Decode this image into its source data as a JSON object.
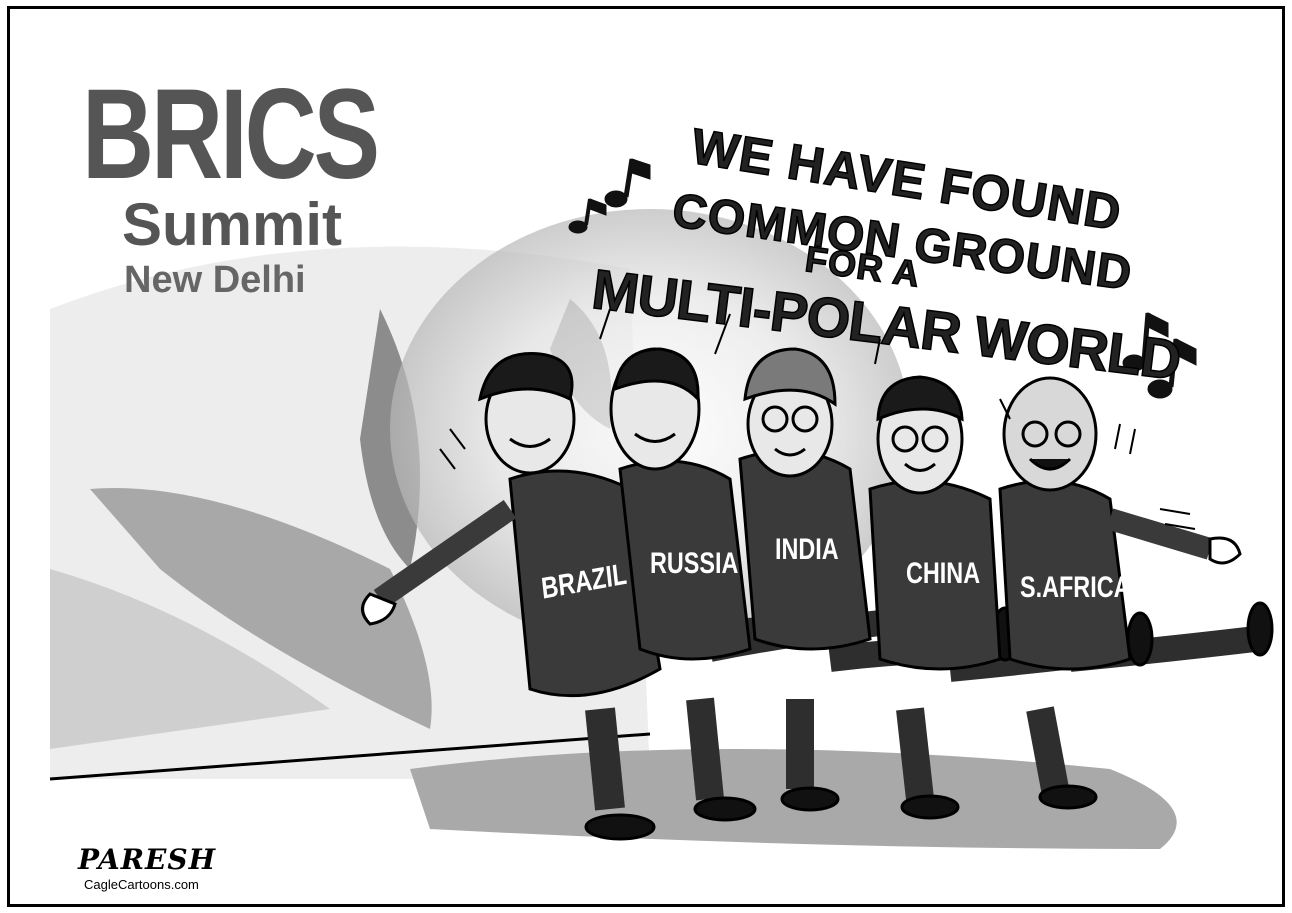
{
  "headline": {
    "title": "BRICS",
    "subtitle": "Summit",
    "location": "New Delhi"
  },
  "song": {
    "line1": "WE HAVE FOUND",
    "line2": "COMMON GROUND",
    "line3": "FOR A",
    "line4": "MULTI-POLAR WORLD"
  },
  "dancers": [
    {
      "country": "BRAZIL"
    },
    {
      "country": "RUSSIA"
    },
    {
      "country": "INDIA"
    },
    {
      "country": "CHINA"
    },
    {
      "country": "S.AFRICA"
    }
  ],
  "credits": {
    "artist": "PARESH",
    "site": "CagleCartoons.com"
  },
  "colors": {
    "frame": "#000000",
    "title": "#555555",
    "suit": "#3a3a3a",
    "shadow": "#9a9a9a"
  },
  "icons": [
    "music-note-icon"
  ]
}
